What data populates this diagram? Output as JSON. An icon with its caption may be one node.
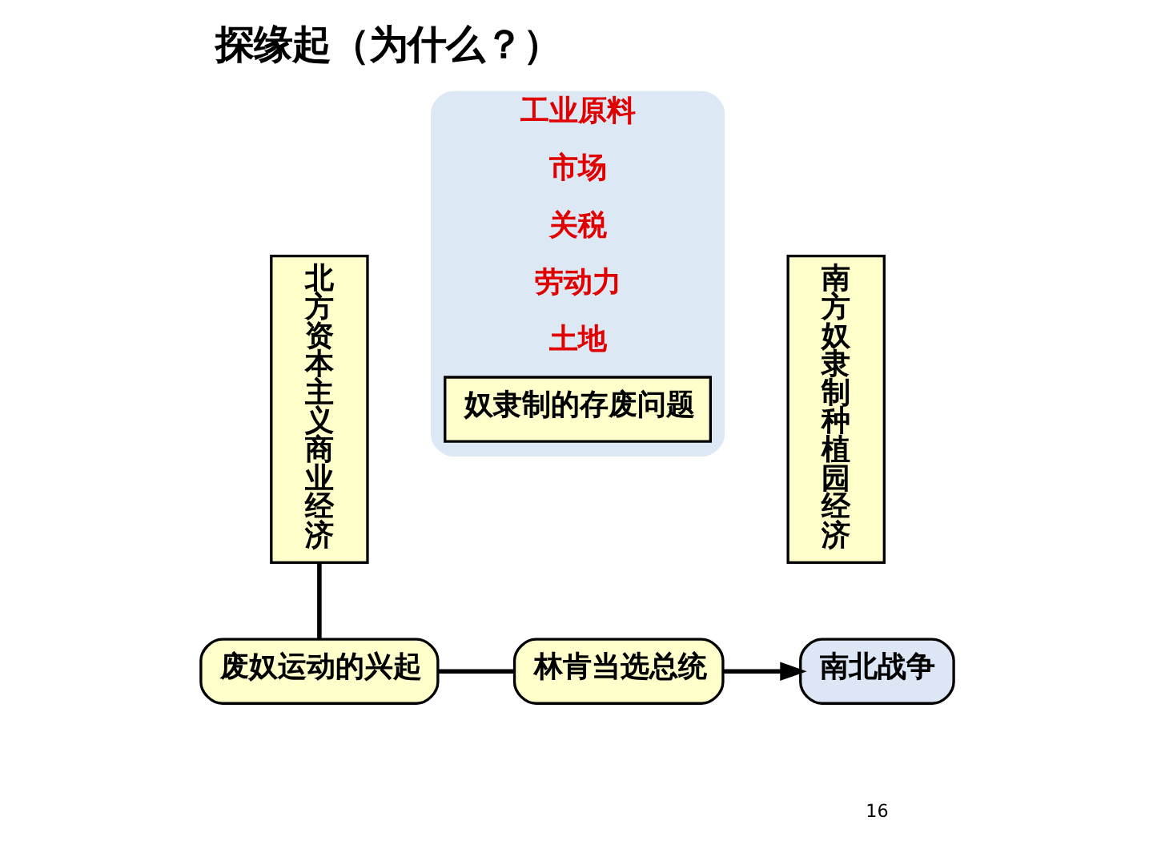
{
  "diagram": {
    "title": "探缘起（为什么？）",
    "nodes": [
      {
        "text": [
          "北方资本主义商业经济"
        ]
      },
      {
        "text": [
          "工业原料",
          "市场",
          "关税",
          "劳动力",
          "土地"
        ]
      },
      {
        "text": [
          "奴隶制的存废问题"
        ],
        "in": 1
      },
      {
        "text": [
          "南方奴隶制种植园经济"
        ]
      },
      {
        "text": [
          "废奴运动的兴起"
        ]
      },
      {
        "text": [
          "林肯当选总统"
        ]
      },
      {
        "text": [
          "南北战争"
        ]
      }
    ],
    "edges": [
      {
        "from": 0,
        "to": 4,
        "arrow": "none"
      },
      {
        "from": 4,
        "to": 5,
        "arrow": "none"
      },
      {
        "from": 5,
        "to": 6,
        "arrow": "to"
      }
    ],
    "labels": [
      "16"
    ]
  }
}
